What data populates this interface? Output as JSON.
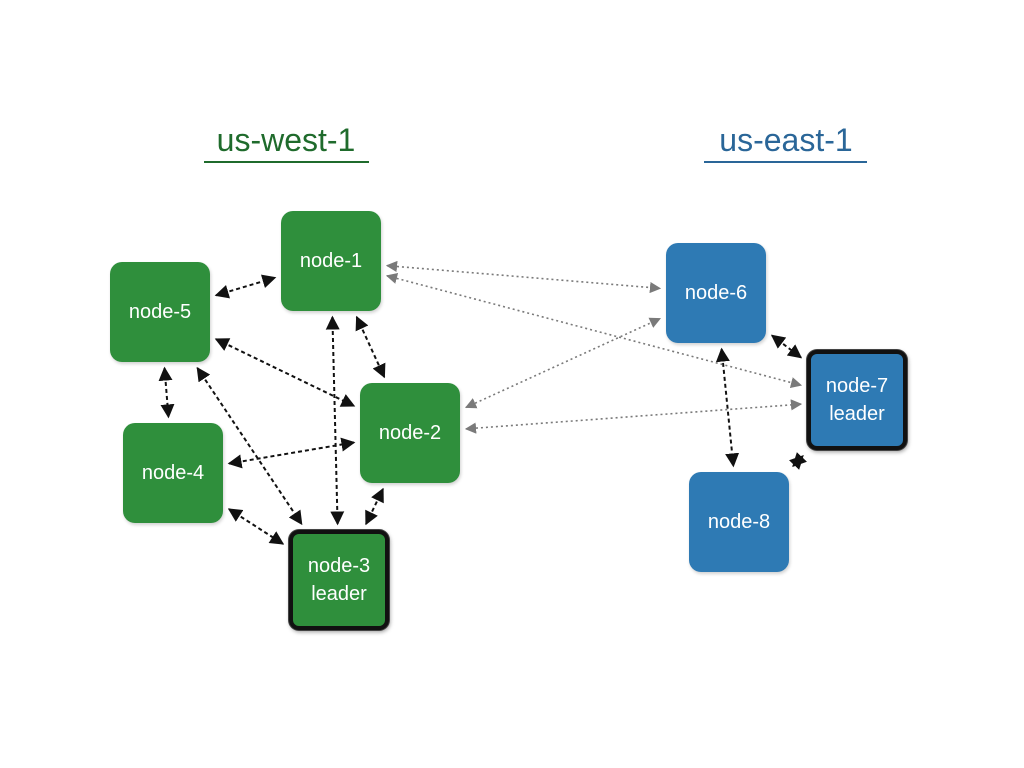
{
  "colors": {
    "west": "#2f8f3c",
    "east": "#2e7ab4",
    "west_title": "#1f6b2c",
    "east_title": "#2a6698",
    "intra_link": "#111111",
    "cross_link": "#7a7a7a",
    "leader_border": "#111111"
  },
  "regions": {
    "west": {
      "name": "us-west-1"
    },
    "east": {
      "name": "us-east-1"
    }
  },
  "nodes": {
    "node1": {
      "label": "node-1",
      "role": ""
    },
    "node2": {
      "label": "node-2",
      "role": ""
    },
    "node3": {
      "label": "node-3",
      "role": "leader"
    },
    "node4": {
      "label": "node-4",
      "role": ""
    },
    "node5": {
      "label": "node-5",
      "role": ""
    },
    "node6": {
      "label": "node-6",
      "role": ""
    },
    "node7": {
      "label": "node-7",
      "role": "leader"
    },
    "node8": {
      "label": "node-8",
      "role": ""
    }
  },
  "links": [
    {
      "from": "node5",
      "to": "node1",
      "style": "intra"
    },
    {
      "from": "node5",
      "to": "node4",
      "style": "intra"
    },
    {
      "from": "node5",
      "to": "node2",
      "style": "intra"
    },
    {
      "from": "node5",
      "to": "node3",
      "style": "intra"
    },
    {
      "from": "node1",
      "to": "node2",
      "style": "intra"
    },
    {
      "from": "node1",
      "to": "node3",
      "style": "intra"
    },
    {
      "from": "node4",
      "to": "node2",
      "style": "intra"
    },
    {
      "from": "node4",
      "to": "node3",
      "style": "intra"
    },
    {
      "from": "node2",
      "to": "node3",
      "style": "intra"
    },
    {
      "from": "node6",
      "to": "node7",
      "style": "intra"
    },
    {
      "from": "node6",
      "to": "node8",
      "style": "intra"
    },
    {
      "from": "node8",
      "to": "node7",
      "style": "intra"
    },
    {
      "from": "node1",
      "to": "node6",
      "style": "cross"
    },
    {
      "from": "node1",
      "to": "node7",
      "style": "cross"
    },
    {
      "from": "node2",
      "to": "node6",
      "style": "cross"
    },
    {
      "from": "node2",
      "to": "node7",
      "style": "cross"
    }
  ]
}
